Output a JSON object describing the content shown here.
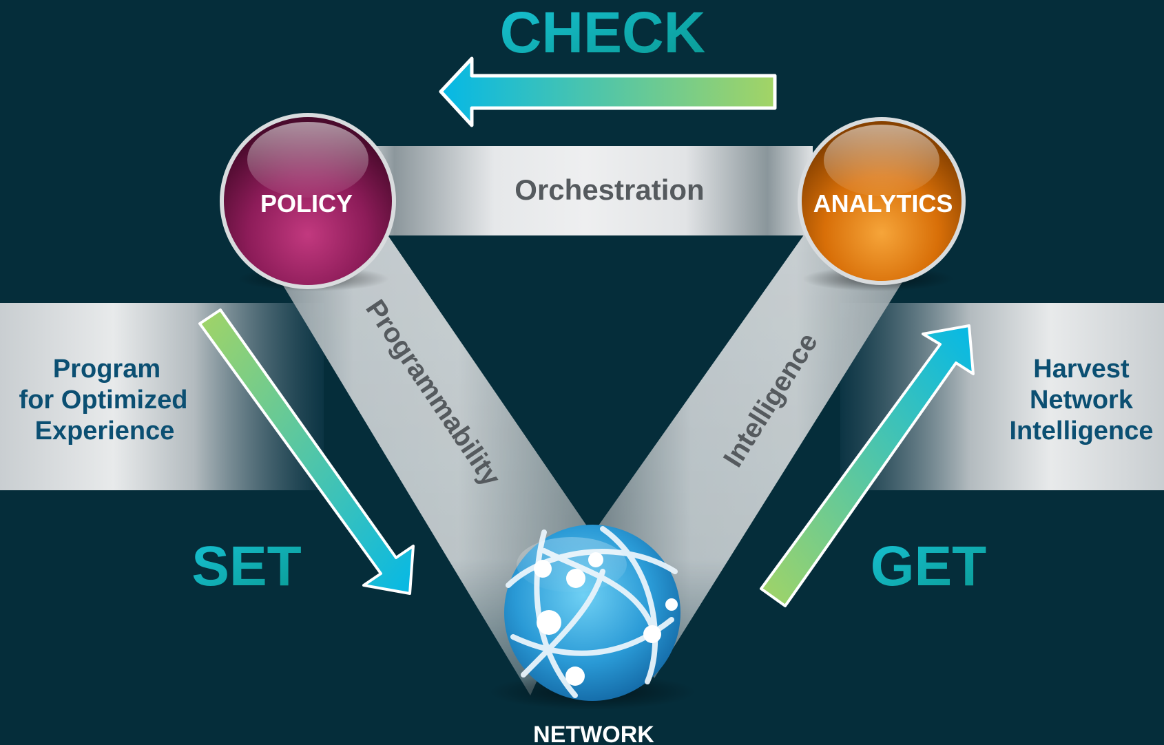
{
  "diagram": {
    "verbs": {
      "check": "CHECK",
      "set": "SET",
      "get": "GET"
    },
    "nodes": {
      "policy": "POLICY",
      "analytics": "ANALYTICS",
      "network": "NETWORK"
    },
    "bands": {
      "orchestration": "Orchestration",
      "programmability": "Programmability",
      "intelligence": "Intelligence"
    },
    "side_panels": {
      "left": [
        "Program",
        "for Optimized",
        "Experience"
      ],
      "right": [
        "Harvest",
        "Network",
        "Intelligence"
      ]
    },
    "colors": {
      "background": "#052d3a",
      "verb_text": "#0aa8c4",
      "side_text": "#0b4f72",
      "band_text": "#555a5e",
      "policy": "#8e1f5c",
      "analytics": "#e07b0a",
      "network": "#2b9fd8",
      "arrow_start": "#9ed35e",
      "arrow_end": "#05b8e6"
    }
  }
}
